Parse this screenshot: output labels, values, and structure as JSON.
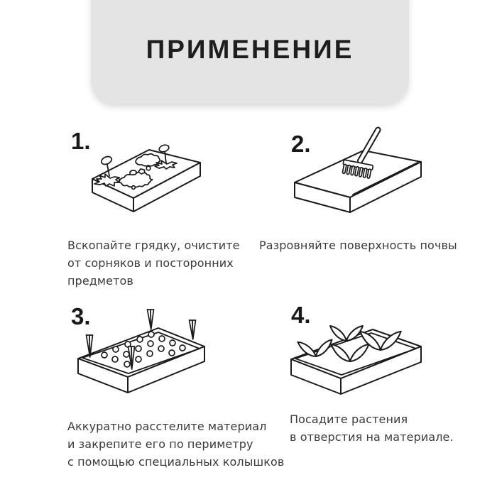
{
  "header": {
    "title": "ПРИМЕНЕНИЕ"
  },
  "steps": [
    {
      "number": "1.",
      "illustration": "dug-garden-bed-with-weeds",
      "caption_lines": [
        "Вскопайте грядку, очистите",
        "от сорняков и посторонних",
        "предметов"
      ]
    },
    {
      "number": "2.",
      "illustration": "rake-leveling-soil-bed",
      "caption_lines": [
        "Разровняйте поверхность почвы"
      ]
    },
    {
      "number": "3.",
      "illustration": "covering-material-with-holes-and-pegs",
      "caption_lines": [
        "Аккуратно расстелите материал",
        "и закрепите его по периметру",
        "с помощью специальных колышков"
      ]
    },
    {
      "number": "4.",
      "illustration": "plants-in-material-holes",
      "caption_lines": [
        "Посадите растения",
        "в отверстия на материале."
      ]
    }
  ],
  "colors": {
    "background": "#ffffff",
    "header_bg": "#e4e4e4",
    "title_text": "#1e1e1e",
    "caption_text": "#3a3a3a",
    "line_art": "#1b1b1b"
  }
}
